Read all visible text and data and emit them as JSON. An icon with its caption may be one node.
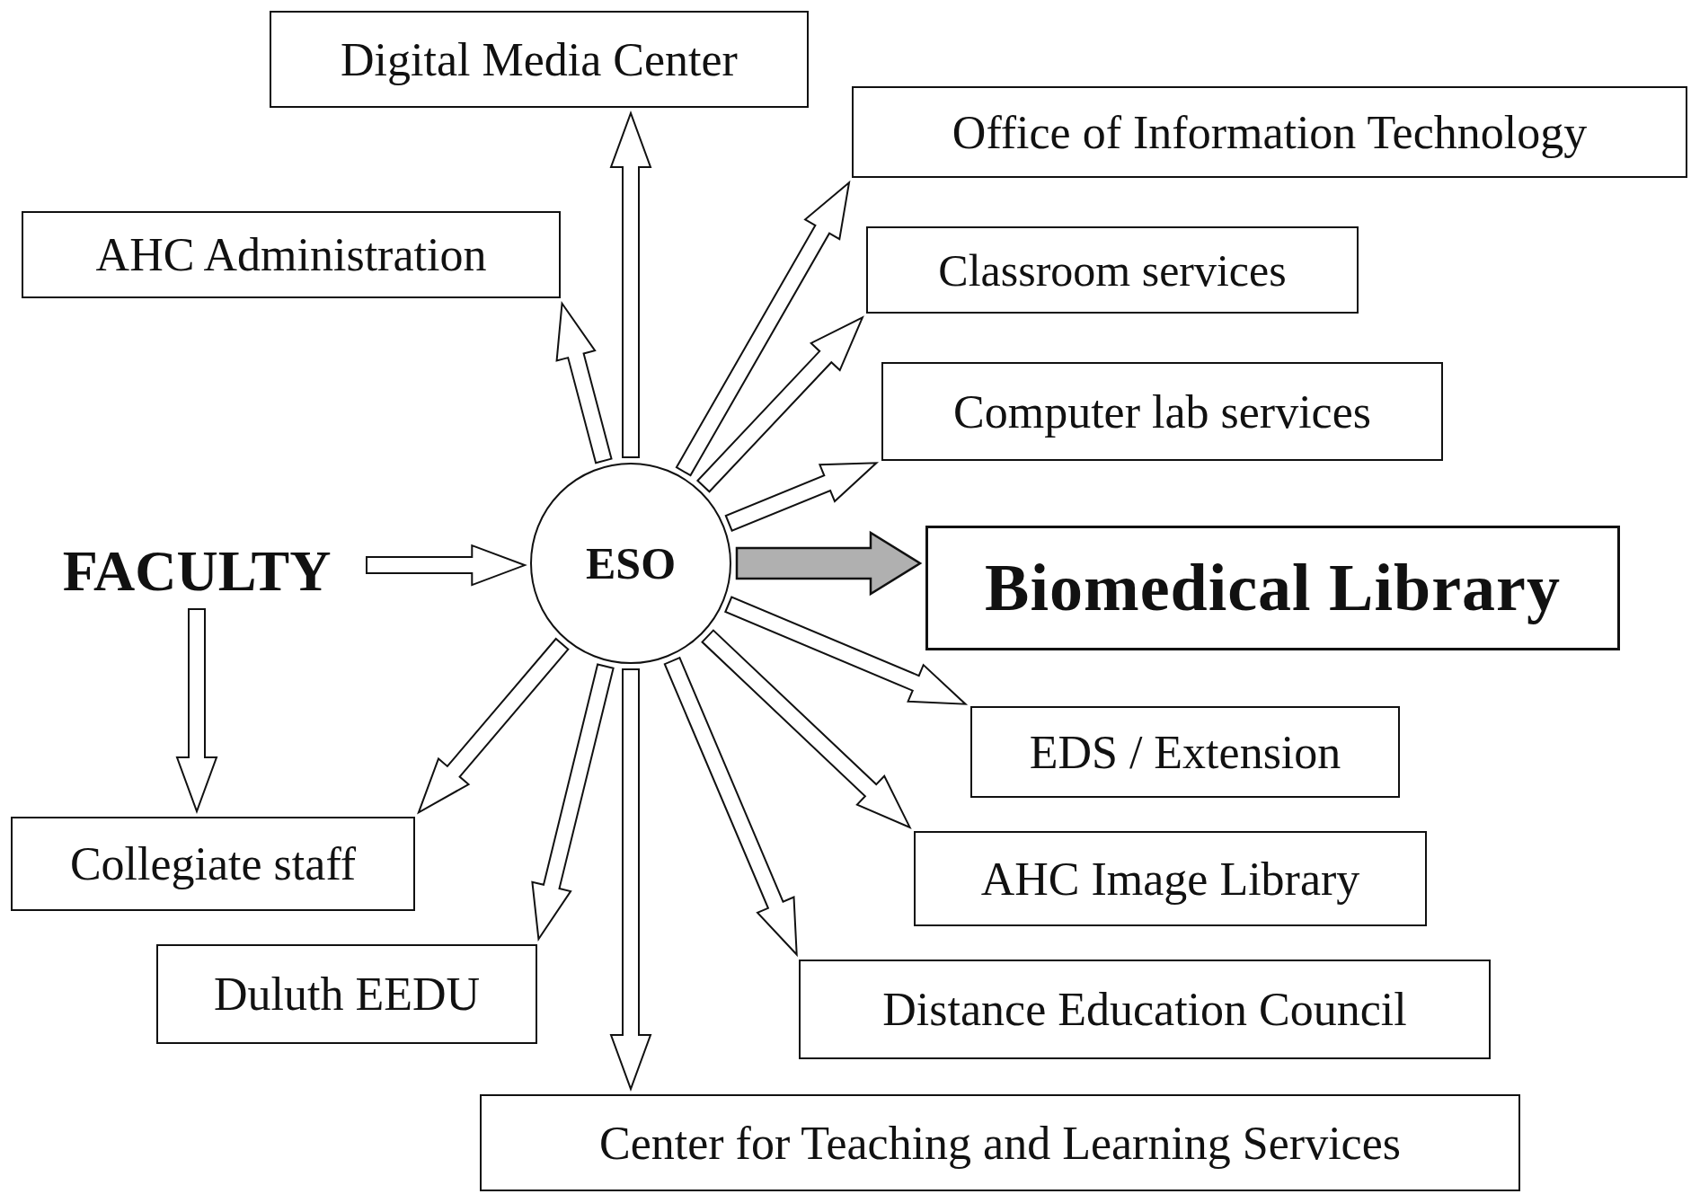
{
  "diagram": {
    "nodes": [
      {
        "text": [
          "Digital Media Center"
        ]
      },
      {
        "text": [
          "Office of Information Technology"
        ]
      },
      {
        "text": [
          "AHC Administration"
        ]
      },
      {
        "text": [
          "Classroom services"
        ]
      },
      {
        "text": [
          "Computer lab services"
        ]
      },
      {
        "text": [
          "FACULTY"
        ]
      },
      {
        "text": [
          "ESO"
        ]
      },
      {
        "text": [
          "Biomedical Library"
        ]
      },
      {
        "text": [
          "EDS / Extension"
        ]
      },
      {
        "text": [
          "Collegiate staff"
        ]
      },
      {
        "text": [
          "AHC Image Library"
        ]
      },
      {
        "text": [
          "Duluth EEDU"
        ]
      },
      {
        "text": [
          "Distance Education Council"
        ]
      },
      {
        "text": [
          "Center for Teaching and Learning Services"
        ]
      }
    ],
    "edges": [
      {
        "from": 5,
        "to": 6,
        "arrow": "to"
      },
      {
        "from": 5,
        "to": 9,
        "arrow": "to"
      },
      {
        "from": 6,
        "to": 0,
        "arrow": "to"
      },
      {
        "from": 6,
        "to": 1,
        "arrow": "to"
      },
      {
        "from": 6,
        "to": 2,
        "arrow": "to"
      },
      {
        "from": 6,
        "to": 3,
        "arrow": "to"
      },
      {
        "from": 6,
        "to": 4,
        "arrow": "to"
      },
      {
        "from": 6,
        "to": 7,
        "arrow": "to",
        "style": "thick",
        "color": "#b0b0b0"
      },
      {
        "from": 6,
        "to": 8,
        "arrow": "to"
      },
      {
        "from": 6,
        "to": 9,
        "arrow": "to"
      },
      {
        "from": 6,
        "to": 10,
        "arrow": "to"
      },
      {
        "from": 6,
        "to": 11,
        "arrow": "to"
      },
      {
        "from": 6,
        "to": 12,
        "arrow": "to"
      },
      {
        "from": 6,
        "to": 13,
        "arrow": "to"
      }
    ]
  }
}
